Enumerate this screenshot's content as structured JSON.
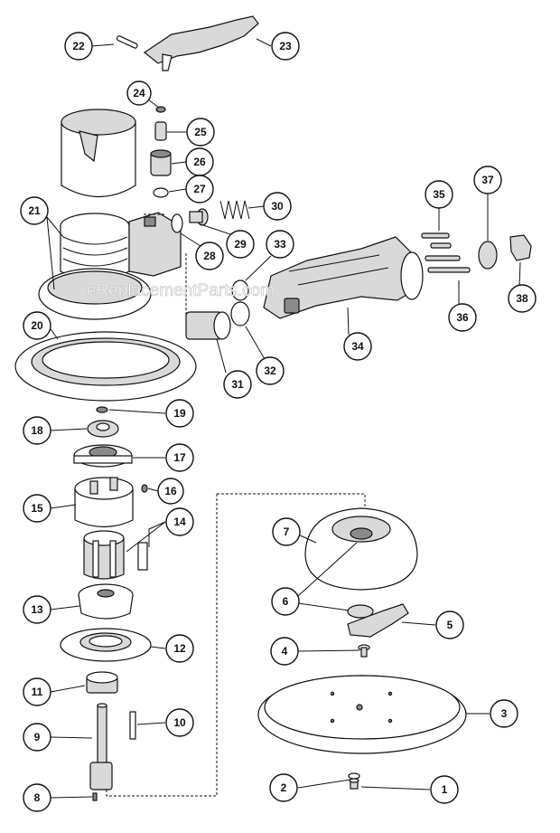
{
  "watermark": "eReplacementParts.com",
  "callouts": [
    {
      "n": "1"
    },
    {
      "n": "2"
    },
    {
      "n": "3"
    },
    {
      "n": "4"
    },
    {
      "n": "5"
    },
    {
      "n": "6"
    },
    {
      "n": "7"
    },
    {
      "n": "8"
    },
    {
      "n": "9"
    },
    {
      "n": "10"
    },
    {
      "n": "11"
    },
    {
      "n": "12"
    },
    {
      "n": "13"
    },
    {
      "n": "14"
    },
    {
      "n": "15"
    },
    {
      "n": "16"
    },
    {
      "n": "17"
    },
    {
      "n": "18"
    },
    {
      "n": "19"
    },
    {
      "n": "20"
    },
    {
      "n": "21"
    },
    {
      "n": "22"
    },
    {
      "n": "23"
    },
    {
      "n": "24"
    },
    {
      "n": "25"
    },
    {
      "n": "26"
    },
    {
      "n": "27"
    },
    {
      "n": "28"
    },
    {
      "n": "29"
    },
    {
      "n": "30"
    },
    {
      "n": "31"
    },
    {
      "n": "32"
    },
    {
      "n": "33"
    },
    {
      "n": "34"
    },
    {
      "n": "35"
    },
    {
      "n": "36"
    },
    {
      "n": "37"
    },
    {
      "n": "38"
    }
  ]
}
